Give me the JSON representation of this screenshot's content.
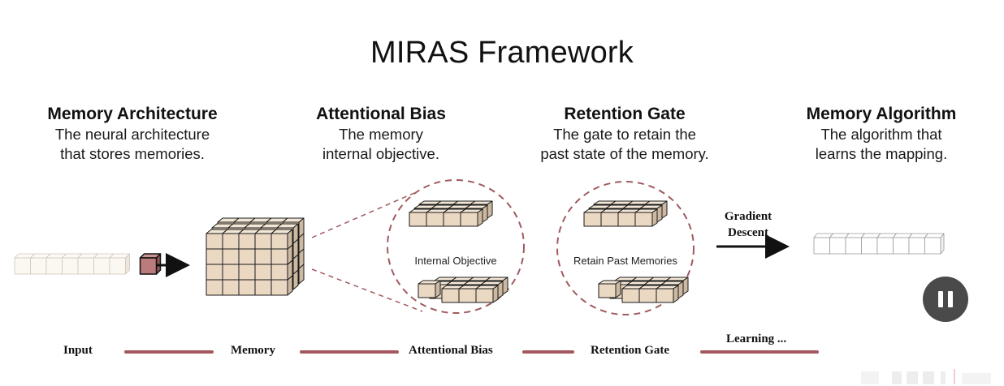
{
  "title": "MIRAS Framework",
  "columns": [
    {
      "heading": "Memory Architecture",
      "desc_line1": "The neural architecture",
      "desc_line2": "that stores memories."
    },
    {
      "heading": "Attentional Bias",
      "desc_line1": "The memory",
      "desc_line2": "internal objective."
    },
    {
      "heading": "Retention Gate",
      "desc_line1": "The gate to retain the",
      "desc_line2": "past state of the memory."
    },
    {
      "heading": "Memory Algorithm",
      "desc_line1": "The algorithm that",
      "desc_line2": "learns the mapping."
    }
  ],
  "diagram": {
    "bias_circle_label": "Internal Objective",
    "gate_circle_label": "Retain Past Memories",
    "arrow_label_line1": "Gradient",
    "arrow_label_line2": "Descent",
    "input_tokens": 8,
    "output_tokens": 8
  },
  "timeline": {
    "stages": [
      "Input",
      "Memory",
      "Attentional Bias",
      "Retention Gate"
    ],
    "current_stage": "Learning ..."
  },
  "playback": {
    "state": "playing",
    "button_icon": "pause-icon"
  },
  "colors": {
    "cube_face": "#ead8c3",
    "cube_top": "#f2e6d6",
    "cube_side": "#cdb9a2",
    "highlight_token": "#b97b7b",
    "dashed": "#a05a5e",
    "timeline_bar": "#a4585e",
    "pause_bg": "#4a4a4b"
  }
}
